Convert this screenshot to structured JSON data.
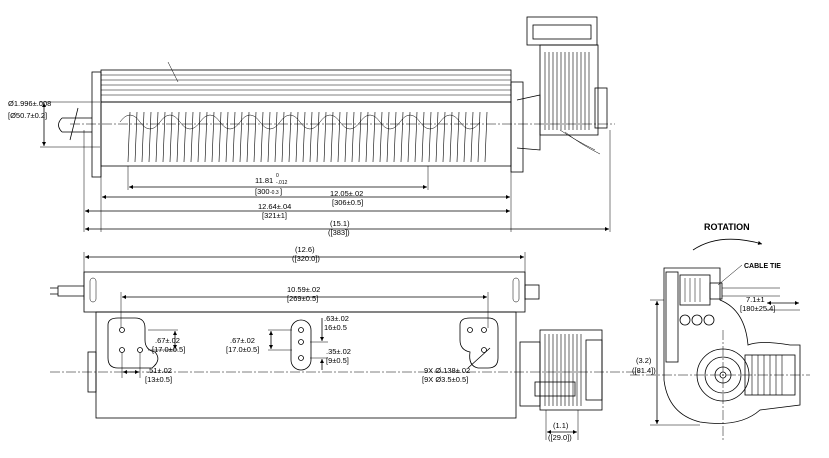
{
  "top_view": {
    "diameter": "Ø1.996±.008",
    "diameter_mm": "[Ø50.7±0.2]",
    "len_inner": "11.81",
    "len_inner_tol_up": "0",
    "len_inner_tol_dn": "-.012",
    "len_inner_mm": "[300",
    "len_inner_mm_tol": "-0.3",
    "len_inner_mm_close": "]",
    "len_right": "12.05±.02",
    "len_right_mm": "[306±0.5]",
    "len_mid": "12.64±.04",
    "len_mid_mm": "[321±1]",
    "len_total": "(15.1)",
    "len_total_mm": "([383])"
  },
  "front_view": {
    "overall": "(12.6)",
    "overall_mm": "([320.0])",
    "hole_span": "10.59±.02",
    "hole_span_mm": "[269±0.5]",
    "left_h": ".67±.02",
    "left_h_mm": "[17.0±0.5]",
    "left_w": ".51±.02",
    "left_w_mm": "[13±0.5]",
    "mid_h": ".67±.02",
    "mid_h_mm": "[17.0±0.5]",
    "mid_top": ".63±.02",
    "mid_top_mm": "16±0.5",
    "mid_bot": ".35±.02",
    "mid_bot_mm": "[9±0.5]",
    "holes": "9X Ø.138±.02",
    "holes_mm": "[9X Ø3.5±0.5]",
    "motor_w": "(1.1)",
    "motor_w_mm": "([29.0])"
  },
  "side_view": {
    "rotation": "ROTATION",
    "cable_tie": "CABLE TIE",
    "lead": "7.1±1",
    "lead_mm": "[180±25.4]",
    "height": "(3.2)",
    "height_mm": "([81.4])"
  }
}
